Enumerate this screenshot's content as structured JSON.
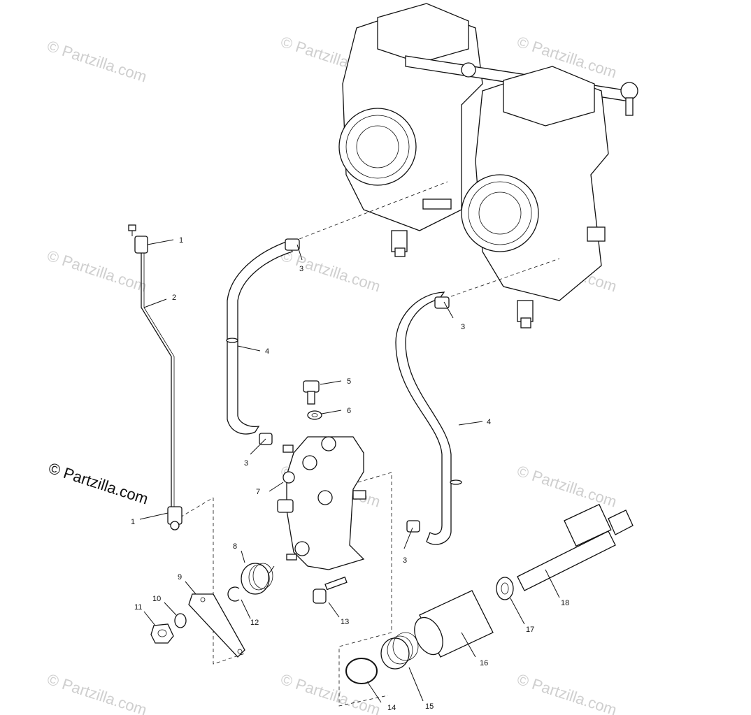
{
  "watermarks": {
    "repeat_text": "© Partzilla.com",
    "main_text": "© Partzilla.com"
  },
  "callouts": [
    {
      "id": "c1a",
      "text": "1"
    },
    {
      "id": "c1b",
      "text": "1"
    },
    {
      "id": "c2",
      "text": "2"
    },
    {
      "id": "c3a",
      "text": "3"
    },
    {
      "id": "c3b",
      "text": "3"
    },
    {
      "id": "c3c",
      "text": "3"
    },
    {
      "id": "c3d",
      "text": "3"
    },
    {
      "id": "c4a",
      "text": "4"
    },
    {
      "id": "c4b",
      "text": "4"
    },
    {
      "id": "c5",
      "text": "5"
    },
    {
      "id": "c6",
      "text": "6"
    },
    {
      "id": "c7",
      "text": "7"
    },
    {
      "id": "c8",
      "text": "8"
    },
    {
      "id": "c9",
      "text": "9"
    },
    {
      "id": "c10",
      "text": "10"
    },
    {
      "id": "c11",
      "text": "11"
    },
    {
      "id": "c12",
      "text": "12"
    },
    {
      "id": "c13",
      "text": "13"
    },
    {
      "id": "c14",
      "text": "14"
    },
    {
      "id": "c15",
      "text": "15"
    },
    {
      "id": "c16",
      "text": "16"
    },
    {
      "id": "c17",
      "text": "17"
    },
    {
      "id": "c18",
      "text": "18"
    }
  ]
}
